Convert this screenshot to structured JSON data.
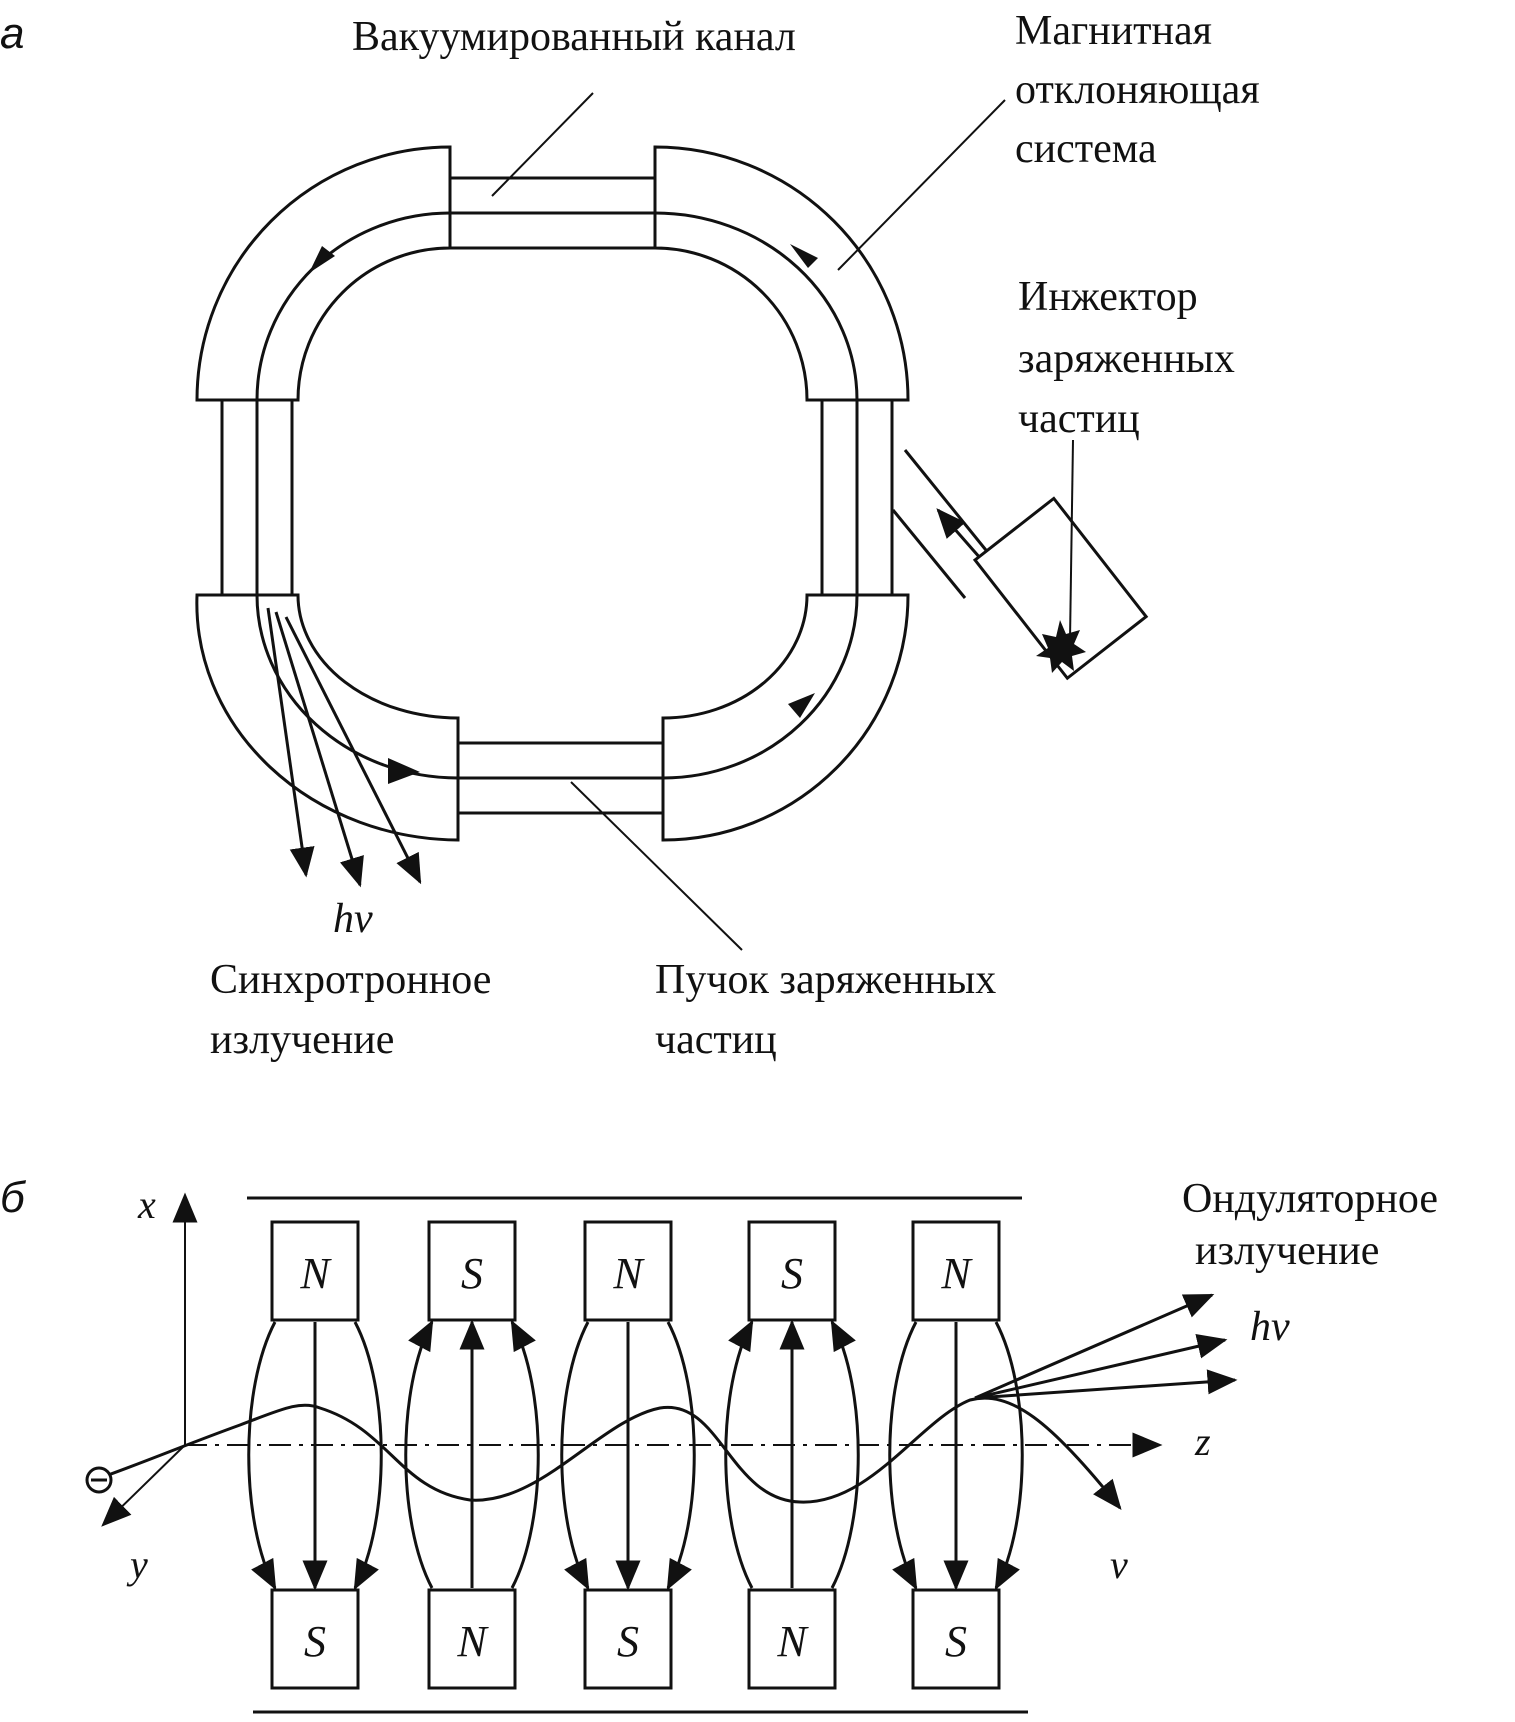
{
  "panel_a": {
    "letter": "а",
    "vacuum_channel": "Вакуумированный канал",
    "magnet_system": [
      "Магнитная",
      "отклоняющая",
      "система"
    ],
    "injector": [
      "Инжектор",
      "заряженных",
      "частиц"
    ],
    "photon": "hν",
    "synchrotron": [
      "Синхротронное",
      "излучение"
    ],
    "beam": [
      "Пучок заряженных",
      "частиц"
    ]
  },
  "panel_b": {
    "letter": "б",
    "axis_x": "x",
    "axis_y": "y",
    "axis_z": "z",
    "undulator": [
      "Ондуляторное",
      "излучение"
    ],
    "photon": "hν",
    "velocity": "v",
    "top_poles": [
      "N",
      "S",
      "N",
      "S",
      "N"
    ],
    "bottom_poles": [
      "S",
      "N",
      "S",
      "N",
      "S"
    ]
  }
}
